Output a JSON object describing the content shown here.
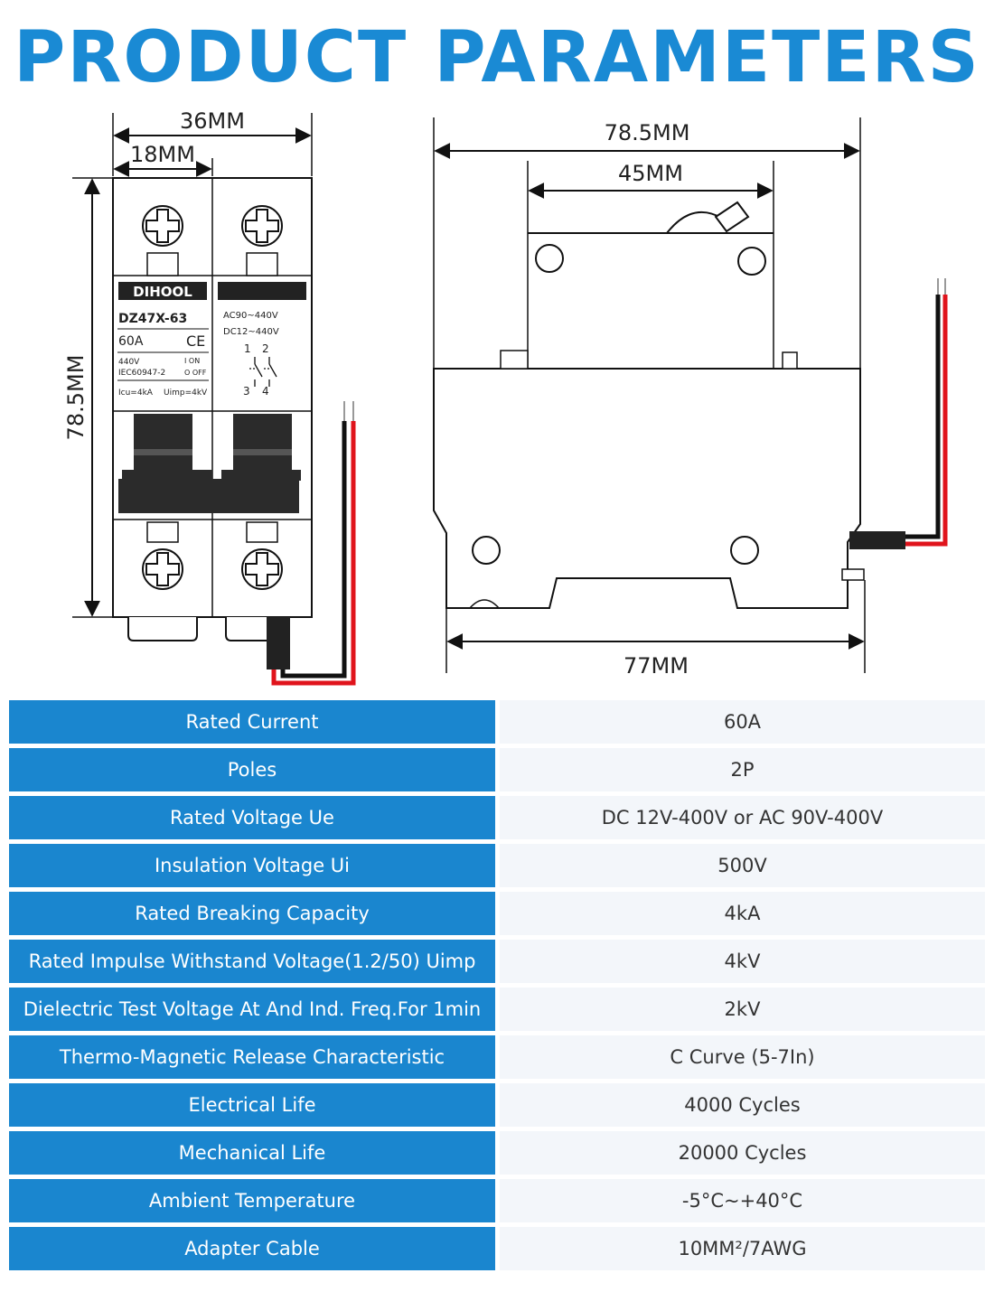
{
  "title": "PRODUCT PARAMETERS",
  "colors": {
    "accent": "#1a8ad4",
    "table_key_bg": "#1a86cf",
    "table_value_bg": "#f3f6fa",
    "wire_red": "#e0141c"
  },
  "front_view": {
    "dims": {
      "width_total": "36MM",
      "width_pole": "18MM",
      "height": "78.5MM"
    },
    "brand": "DIHOOL",
    "model": "DZ47X-63",
    "current": "60A",
    "ce_mark": "CE",
    "voltage": "440V",
    "standard": "IEC60947-2",
    "on_label": "I ON",
    "off_label": "O OFF",
    "icu": "Icu=4kA",
    "uimp": "Uimp=4kV",
    "ac_range": "AC90~440V",
    "dc_range": "DC12~440V",
    "terminal_top": "1",
    "terminal_top2": "2",
    "terminal_bottom": "3",
    "terminal_bottom2": "4"
  },
  "side_view": {
    "dims": {
      "width_total": "78.5MM",
      "width_inner": "45MM",
      "width_bottom": "77MM"
    }
  },
  "specs": [
    {
      "key": "Rated Current",
      "value": "60A"
    },
    {
      "key": "Poles",
      "value": "2P"
    },
    {
      "key": "Rated Voltage Ue",
      "value": "DC 12V-400V or AC 90V-400V"
    },
    {
      "key": "Insulation Voltage Ui",
      "value": "500V"
    },
    {
      "key": "Rated Breaking Capacity",
      "value": "4kA"
    },
    {
      "key": "Rated Impulse Withstand Voltage(1.2/50) Uimp",
      "value": "4kV"
    },
    {
      "key": "Dielectric Test Voltage At And Ind. Freq.For 1min",
      "value": "2kV"
    },
    {
      "key": "Thermo-Magnetic Release Characteristic",
      "value": "C Curve (5-7In)"
    },
    {
      "key": "Electrical Life",
      "value": "4000 Cycles"
    },
    {
      "key": "Mechanical Life",
      "value": "20000 Cycles"
    },
    {
      "key": "Ambient Temperature",
      "value": "-5°C~+40°C"
    },
    {
      "key": "Adapter Cable",
      "value": "10MM²/7AWG"
    }
  ]
}
